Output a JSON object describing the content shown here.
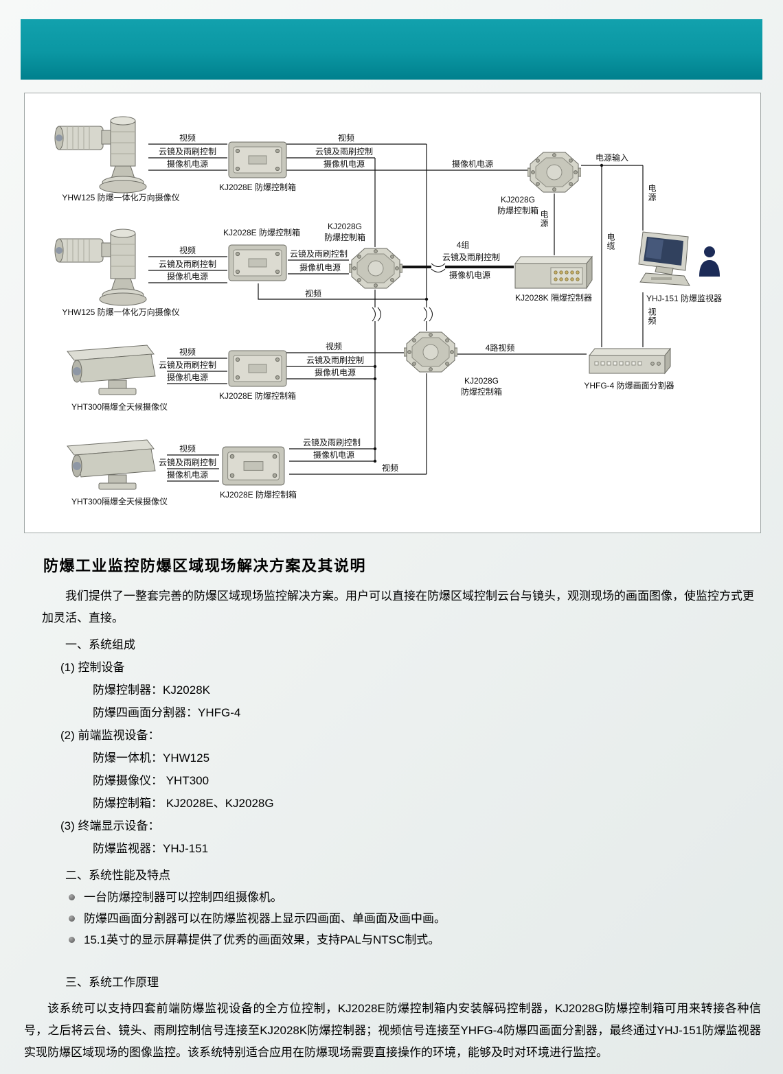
{
  "colors": {
    "header_teal": "#0b97a3",
    "page_bg": "#edf1f0",
    "diagram_bg": "#ffffff",
    "wire_black": "#111111",
    "device_gray": "#d4d4ca",
    "monitor_screen_navy": "#31415e",
    "person_navy": "#1c2b57"
  },
  "diagram": {
    "labels": {
      "video": "视频",
      "pan_wiper": "云镜及雨刷控制",
      "cam_power": "摄像机电源",
      "power_input": "电源输入",
      "power": "电源",
      "cable": "电缆",
      "group4": "4组",
      "video4": "4路视频"
    },
    "devices": {
      "yhw125": "YHW125 防爆一体化万向摄像仪",
      "yht300": "YHT300隔爆全天候摄像仪",
      "kj2028e": "KJ2028E 防爆控制箱",
      "kj2028g_line1": "KJ2028G",
      "kj2028g_line2": "防爆控制箱",
      "kj2028k": "KJ2028K 隔爆控制器",
      "yhj151": "YHJ-151 防爆监视器",
      "yhfg4": "YHFG-4 防爆画面分割器"
    }
  },
  "article": {
    "title": "防爆工业监控防爆区域现场解决方案及其说明",
    "intro": "我们提供了一整套完善的防爆区域现场监控解决方案。用户可以直接在防爆区域控制云台与镜头，观测现场的画面图像，使监控方式更加灵活、直接。",
    "section1_heading": "一、系统组成",
    "sub1": "(1) 控制设备",
    "sub1_items": [
      "防爆控制器：KJ2028K",
      "防爆四画面分割器：YHFG-4"
    ],
    "sub2": "(2) 前端监视设备：",
    "sub2_items": [
      "防爆一体机：YHW125",
      "防爆摄像仪： YHT300",
      "防爆控制箱： KJ2028E、KJ2028G"
    ],
    "sub3": "(3) 终端显示设备：",
    "sub3_items": [
      "防爆监视器：YHJ-151"
    ],
    "section2_heading": "二、系统性能及特点",
    "features": [
      "一台防爆控制器可以控制四组摄像机。",
      "防爆四画面分割器可以在防爆监视器上显示四画面、单画面及画中画。",
      "15.1英寸的显示屏幕提供了优秀的画面效果，支持PAL与NTSC制式。"
    ],
    "section3_heading": "三、系统工作原理",
    "principle": "该系统可以支持四套前端防爆监视设备的全方位控制，KJ2028E防爆控制箱内安装解码控制器，KJ2028G防爆控制箱可用来转接各种信号，之后将云台、镜头、雨刷控制信号连接至KJ2028K防爆控制器；视频信号连接至YHFG-4防爆四画面分割器，最终通过YHJ-151防爆监视器实现防爆区域现场的图像监控。该系统特别适合应用在防爆现场需要直接操作的环境，能够及时对环境进行监控。"
  }
}
